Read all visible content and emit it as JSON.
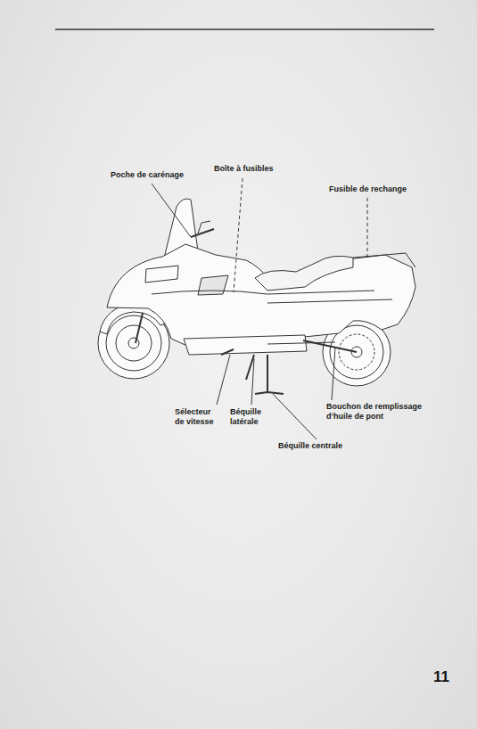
{
  "diagram": {
    "labels": [
      "Poche de carénage",
      "Boîte à fusibles",
      "Fusible de rechange",
      "Sélecteur de vitesse",
      "Béquille latérale",
      "Bouchon de remplissage d’huile de pont",
      "Béquille centrale",
      "11"
    ]
  }
}
